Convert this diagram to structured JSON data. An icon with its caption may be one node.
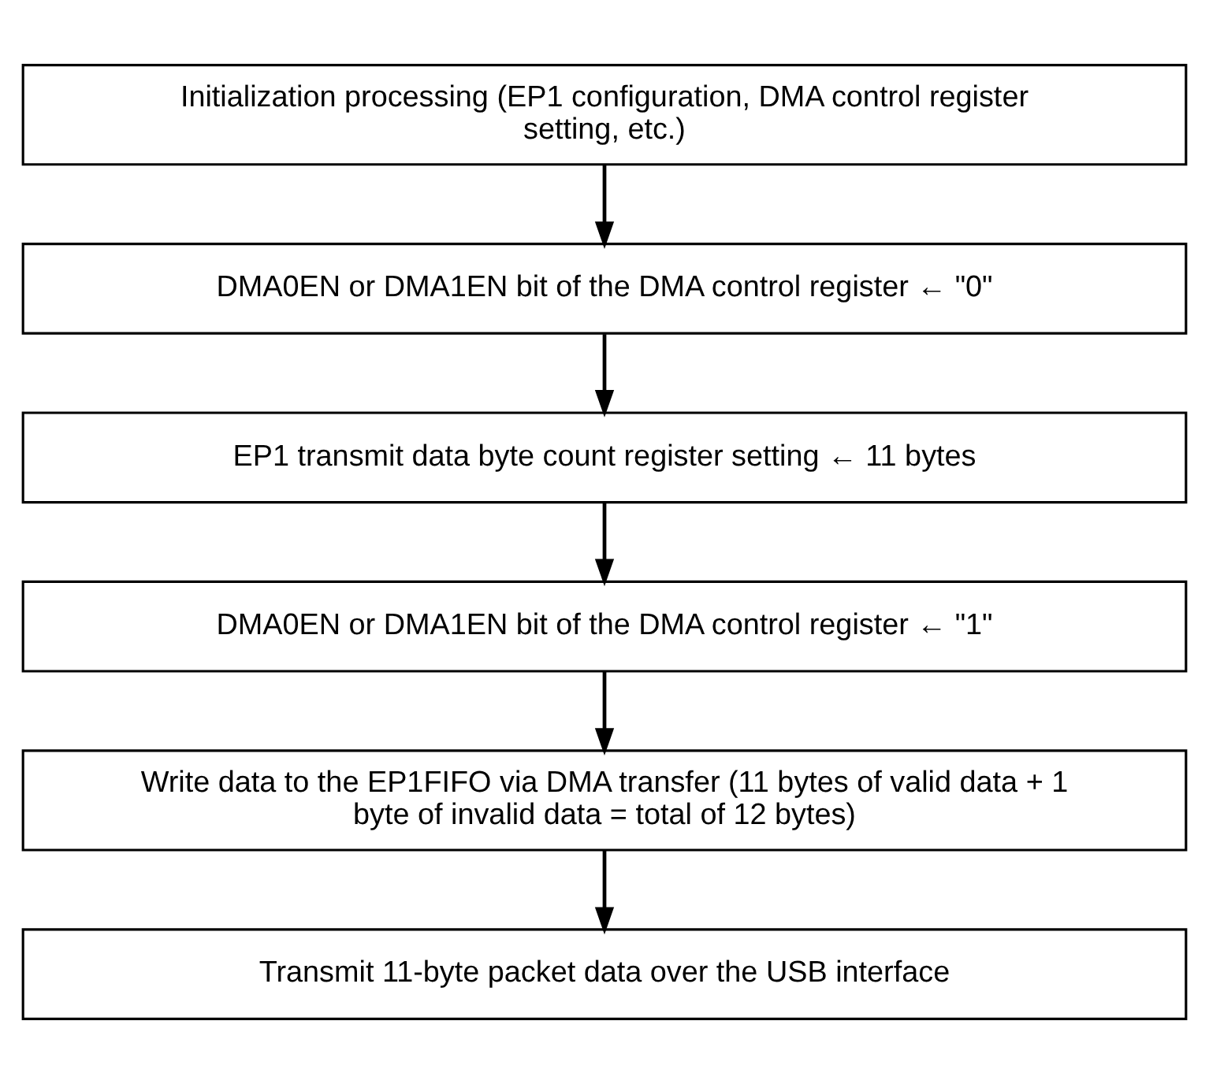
{
  "diagram": {
    "nodes": [
      {
        "text": [
          "Initialization processing (EP1 configuration, DMA control register setting, etc.)"
        ]
      },
      {
        "text": [
          "DMA0EN or DMA1EN bit of the DMA control register ← \"0\""
        ]
      },
      {
        "text": [
          "EP1 transmit data byte count register setting ← 11 bytes"
        ]
      },
      {
        "text": [
          "DMA0EN or DMA1EN bit of the DMA control register ← \"1\""
        ]
      },
      {
        "text": [
          "Write data to the EP1FIFO via DMA transfer (11 bytes of valid data + 1 byte of invalid data = total of 12 bytes)"
        ]
      },
      {
        "text": [
          "Transmit 11-byte packet data over the USB interface"
        ]
      }
    ],
    "edges": [
      {
        "from": 0,
        "to": 1,
        "arrow": "to"
      },
      {
        "from": 1,
        "to": 2,
        "arrow": "to"
      },
      {
        "from": 2,
        "to": 3,
        "arrow": "to"
      },
      {
        "from": 3,
        "to": 4,
        "arrow": "to"
      },
      {
        "from": 4,
        "to": 5,
        "arrow": "to"
      }
    ]
  }
}
